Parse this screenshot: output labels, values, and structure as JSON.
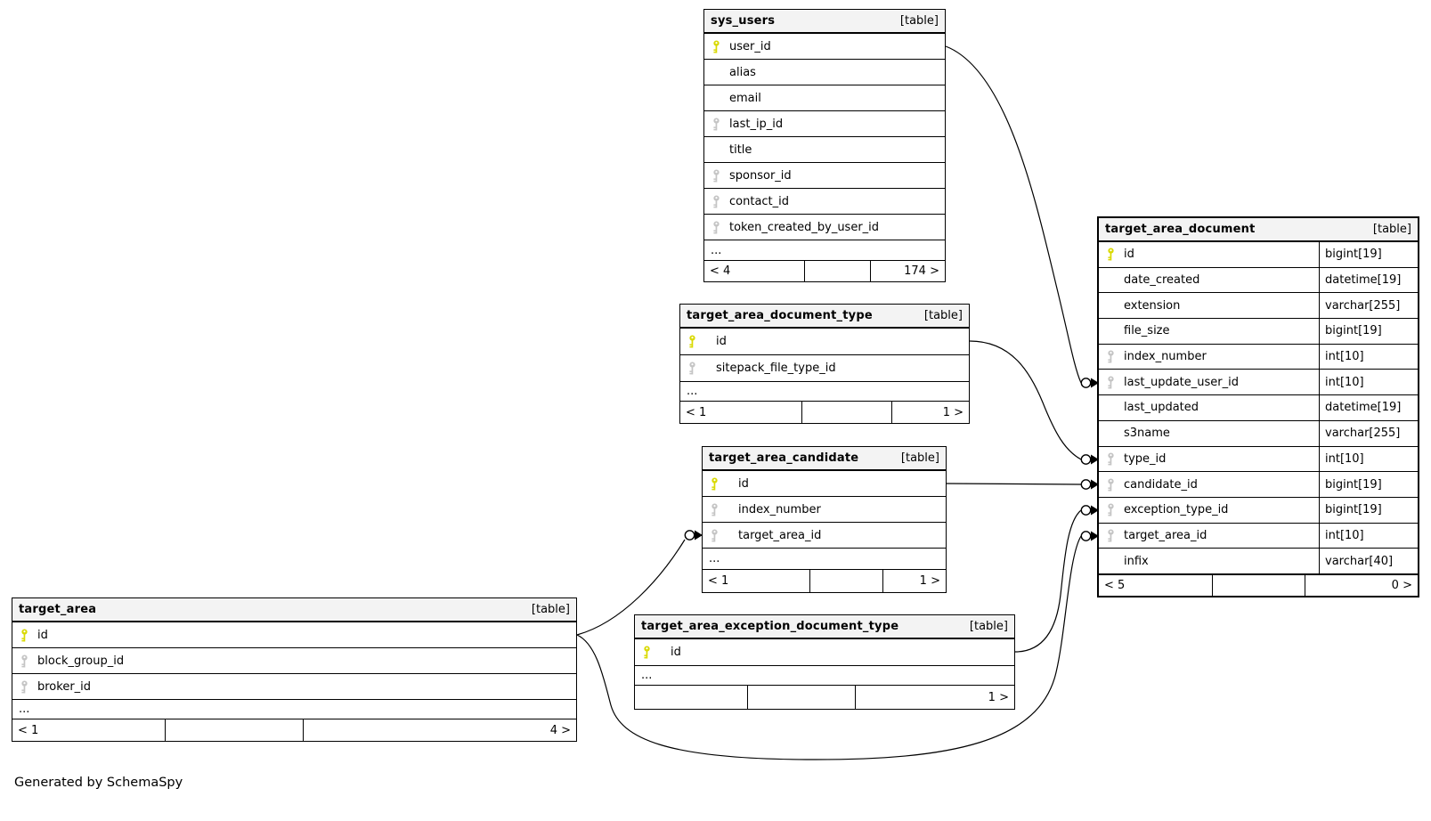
{
  "generated_by": "Generated by SchemaSpy",
  "colors": {
    "primary_key_icon": "#d9d900",
    "foreign_key_icon": "#c4c4c4",
    "header_background": "#f3f3f3",
    "line": "#000000"
  },
  "tables": [
    {
      "name": "sys_users",
      "tag": "[table]",
      "columns": [
        {
          "name": "user_id",
          "key": "pk"
        },
        {
          "name": "alias",
          "key": null
        },
        {
          "name": "email",
          "key": null
        },
        {
          "name": "last_ip_id",
          "key": "fk"
        },
        {
          "name": "title",
          "key": null
        },
        {
          "name": "sponsor_id",
          "key": "fk"
        },
        {
          "name": "contact_id",
          "key": "fk"
        },
        {
          "name": "token_created_by_user_id",
          "key": "fk"
        }
      ],
      "ellipsis": "...",
      "footer": {
        "left": "< 4",
        "right": "174 >"
      }
    },
    {
      "name": "target_area_document_type",
      "tag": "[table]",
      "columns": [
        {
          "name": "id",
          "key": "pk"
        },
        {
          "name": "sitepack_file_type_id",
          "key": "fk"
        }
      ],
      "ellipsis": "...",
      "footer": {
        "left": "< 1",
        "right": "1 >"
      }
    },
    {
      "name": "target_area_candidate",
      "tag": "[table]",
      "columns": [
        {
          "name": "id",
          "key": "pk"
        },
        {
          "name": "index_number",
          "key": "fk"
        },
        {
          "name": "target_area_id",
          "key": "fk"
        }
      ],
      "ellipsis": "...",
      "footer": {
        "left": "< 1",
        "right": "1 >"
      }
    },
    {
      "name": "target_area",
      "tag": "[table]",
      "columns": [
        {
          "name": "id",
          "key": "pk"
        },
        {
          "name": "block_group_id",
          "key": "fk"
        },
        {
          "name": "broker_id",
          "key": "fk"
        }
      ],
      "ellipsis": "...",
      "footer": {
        "left": "< 1",
        "right": "4 >"
      }
    },
    {
      "name": "target_area_exception_document_type",
      "tag": "[table]",
      "columns": [
        {
          "name": "id",
          "key": "pk"
        }
      ],
      "ellipsis": "...",
      "footer": {
        "left": "",
        "right": "1 >"
      }
    },
    {
      "name": "target_area_document",
      "tag": "[table]",
      "columns": [
        {
          "name": "id",
          "key": "pk",
          "type": "bigint[19]"
        },
        {
          "name": "date_created",
          "key": null,
          "type": "datetime[19]"
        },
        {
          "name": "extension",
          "key": null,
          "type": "varchar[255]"
        },
        {
          "name": "file_size",
          "key": null,
          "type": "bigint[19]"
        },
        {
          "name": "index_number",
          "key": "fk",
          "type": "int[10]"
        },
        {
          "name": "last_update_user_id",
          "key": "fk",
          "type": "int[10]"
        },
        {
          "name": "last_updated",
          "key": null,
          "type": "datetime[19]"
        },
        {
          "name": "s3name",
          "key": null,
          "type": "varchar[255]"
        },
        {
          "name": "type_id",
          "key": "fk",
          "type": "int[10]"
        },
        {
          "name": "candidate_id",
          "key": "fk",
          "type": "bigint[19]"
        },
        {
          "name": "exception_type_id",
          "key": "fk",
          "type": "bigint[19]"
        },
        {
          "name": "target_area_id",
          "key": "fk",
          "type": "int[10]"
        },
        {
          "name": "infix",
          "key": null,
          "type": "varchar[40]"
        }
      ],
      "footer": {
        "left": "< 5",
        "right": "0 >"
      }
    }
  ],
  "relationships": [
    {
      "from_table": "sys_users",
      "from_column": "user_id",
      "to_table": "target_area_document",
      "to_column": "last_update_user_id"
    },
    {
      "from_table": "target_area_document_type",
      "from_column": "id",
      "to_table": "target_area_document",
      "to_column": "type_id"
    },
    {
      "from_table": "target_area_candidate",
      "from_column": "id",
      "to_table": "target_area_document",
      "to_column": "candidate_id"
    },
    {
      "from_table": "target_area_exception_document_type",
      "from_column": "id",
      "to_table": "target_area_document",
      "to_column": "exception_type_id"
    },
    {
      "from_table": "target_area",
      "from_column": "id",
      "to_table": "target_area_candidate",
      "to_column": "target_area_id"
    },
    {
      "from_table": "target_area",
      "from_column": "id",
      "to_table": "target_area_document",
      "to_column": "target_area_id"
    }
  ]
}
